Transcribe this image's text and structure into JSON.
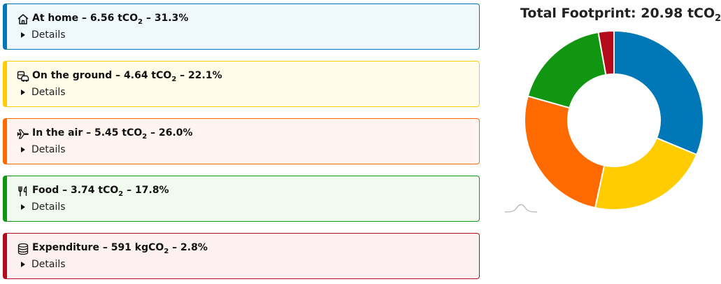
{
  "categories": [
    {
      "key": "home",
      "title_pre": "At home – 6.56 tCO",
      "sub": "2",
      "title_post": " – 31.3%",
      "details": "Details",
      "icon": "house-icon",
      "color": "#0077b6",
      "bg": "#eff8fd",
      "value": 6.56
    },
    {
      "key": "ground",
      "title_pre": "On the ground – 4.64 tCO",
      "sub": "2",
      "title_post": " – 22.1%",
      "details": "Details",
      "icon": "car-bus-icon",
      "color": "#ffcc00",
      "bg": "#fffcea",
      "value": 4.64
    },
    {
      "key": "air",
      "title_pre": "In the air – 5.45 tCO",
      "sub": "2",
      "title_post": " – 26.0%",
      "details": "Details",
      "icon": "airplane-icon",
      "color": "#ff6a00",
      "bg": "#fff4f0",
      "value": 5.45
    },
    {
      "key": "food",
      "title_pre": "Food – 3.74 tCO",
      "sub": "2",
      "title_post": " – 17.8%",
      "details": "Details",
      "icon": "fork-knife-icon",
      "color": "#109610",
      "bg": "#f1faef",
      "value": 3.74
    },
    {
      "key": "expenditure",
      "title_pre": "Expenditure – 591 kgCO",
      "sub": "2",
      "title_post": " – 2.8%",
      "details": "Details",
      "icon": "coins-icon",
      "color": "#b30b1b",
      "bg": "#fdf0f1",
      "value": 0.591
    }
  ],
  "chart": {
    "title_pre": "Total Footprint: 20.98 tCO",
    "title_sub": "2"
  },
  "chart_data": {
    "type": "pie",
    "variant": "donut",
    "labels": [
      "At home",
      "On the ground",
      "In the air",
      "Food",
      "Expenditure"
    ],
    "values": [
      6.56,
      4.64,
      5.45,
      3.74,
      0.591
    ],
    "colors": [
      "#0077b6",
      "#ffcc00",
      "#ff6a00",
      "#109610",
      "#b30b1b"
    ],
    "title": "Total Footprint: 20.98 tCO₂"
  }
}
